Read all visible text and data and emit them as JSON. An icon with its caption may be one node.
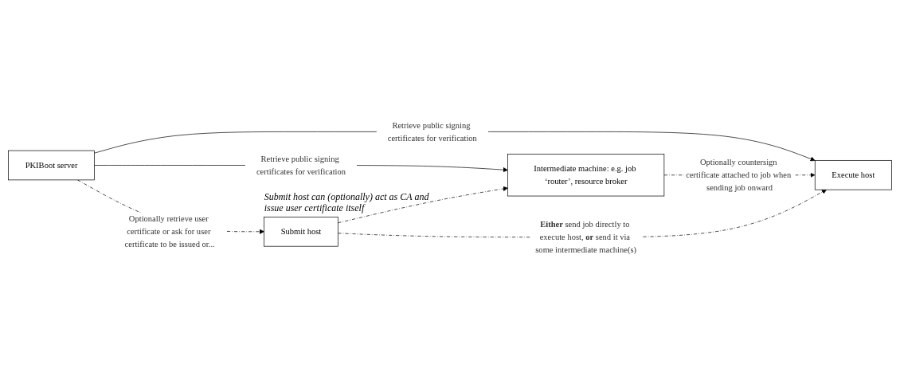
{
  "diagram": {
    "nodes": [
      {
        "text": [
          "PKIBoot server"
        ]
      },
      {
        "text": [
          "Submit host"
        ],
        "beside": [
          "Submit host can (optionally) act as CA and issue user certificate itself"
        ]
      },
      {
        "text": [
          "Intermediate machine: e.g. job ‘router’, resource broker"
        ]
      },
      {
        "text": [
          "Execute host"
        ]
      }
    ],
    "edges": [
      {
        "from": 0,
        "to": 1,
        "arrow": "to",
        "style": "dashed",
        "label": "Optionally retrieve user certificate or ask for user certificate to be issued or..."
      },
      {
        "from": 0,
        "to": 2,
        "arrow": "to",
        "label": "Retrieve public signing certificates for verification"
      },
      {
        "from": 0,
        "to": 3,
        "arrow": "to",
        "label": "Retrieve public signing certificates for verification"
      },
      {
        "from": 1,
        "to": 2,
        "arrow": "to",
        "style": "dashed"
      },
      {
        "from": 2,
        "to": 3,
        "arrow": "to",
        "style": "dashed",
        "label": "Optionally countersign certificate attached to job when sending job onward"
      },
      {
        "from": 1,
        "to": 3,
        "arrow": "to",
        "style": "dashed",
        "label": "**Either** send job directly to execute host, **or** send it via some intermediate machine(s)"
      }
    ]
  }
}
